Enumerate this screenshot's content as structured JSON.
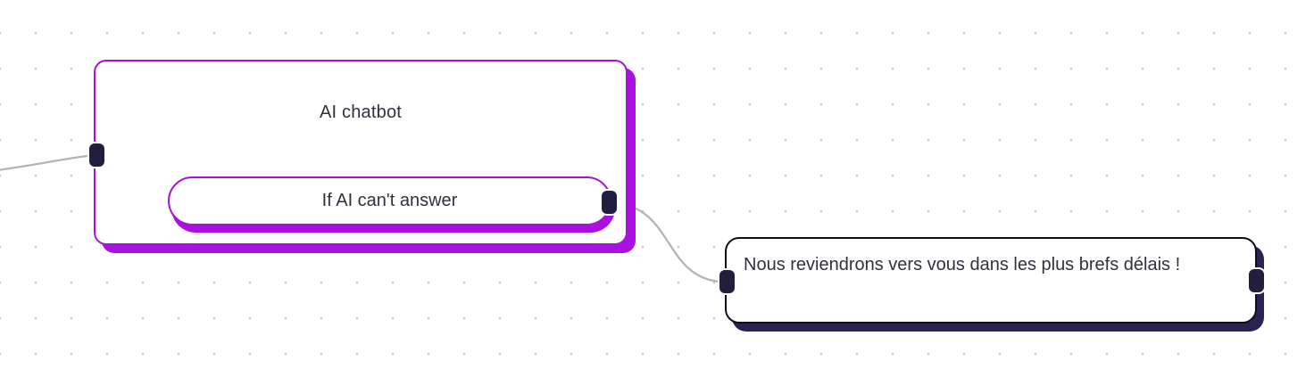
{
  "flow": {
    "canvas": {
      "background_dot_color": "#c6c6ca",
      "edge_color": "#b4b4b4",
      "handle_color": "#221e3e"
    },
    "nodes": [
      {
        "id": "ai-chatbot",
        "title": "AI chatbot",
        "accent_color": "#a414d8",
        "shadow_color": "#ab10e3",
        "children": [
          {
            "label": "If AI can't answer"
          }
        ]
      },
      {
        "id": "reply-message",
        "text": "Nous reviendrons vers vous dans les plus brefs délais !",
        "accent_color": "#0f0e1c",
        "shadow_color": "#2a2252"
      }
    ],
    "edges": [
      {
        "from": "offscreen-left",
        "to": "ai-chatbot-input"
      },
      {
        "from": "if-ai-cant-answer-output",
        "to": "reply-message-input"
      }
    ]
  }
}
